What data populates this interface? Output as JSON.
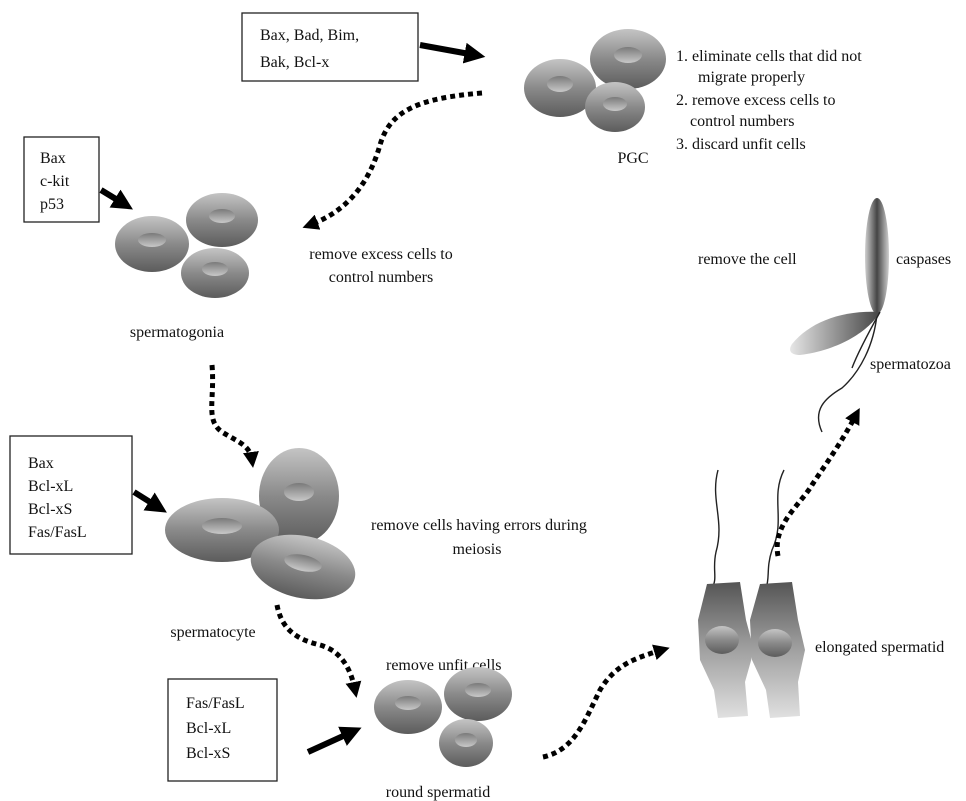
{
  "stages": {
    "pgc": "PGC",
    "spermatogonia": "spermatogonia",
    "spermatocyte": "spermatocyte",
    "round_spermatid": "round spermatid",
    "elongated_spermatid": "elongated spermatid",
    "spermatozoa": "spermatozoa"
  },
  "regulators": {
    "pgc": [
      "Bax, Bad, Bim,",
      "Bak, Bcl-x"
    ],
    "spermatogonia": [
      "Bax",
      "c-kit",
      "p53"
    ],
    "spermatocyte": [
      "Bax",
      "Bcl-xL",
      "Bcl-xS",
      "Fas/FasL"
    ],
    "round_spermatid": [
      "Fas/FasL",
      "Bcl-xL",
      "Bcl-xS"
    ],
    "spermatozoa": "caspases"
  },
  "pgc_functions": [
    "1.  eliminate cells that did not",
    "migrate properly",
    "2. remove excess cells to",
    "control numbers",
    "3. discard unfit cells"
  ],
  "annotations": {
    "spermatogonia": [
      "remove excess cells to",
      "control numbers"
    ],
    "spermatocyte": [
      "remove cells having errors during",
      "meiosis"
    ],
    "round_spermatid": "remove unfit cells",
    "spermatozoa": "remove the cell"
  },
  "colors": {
    "cell_dark": "#606060",
    "cell_light": "#d0d0d0",
    "cell_mid": "#9a9a9a"
  }
}
